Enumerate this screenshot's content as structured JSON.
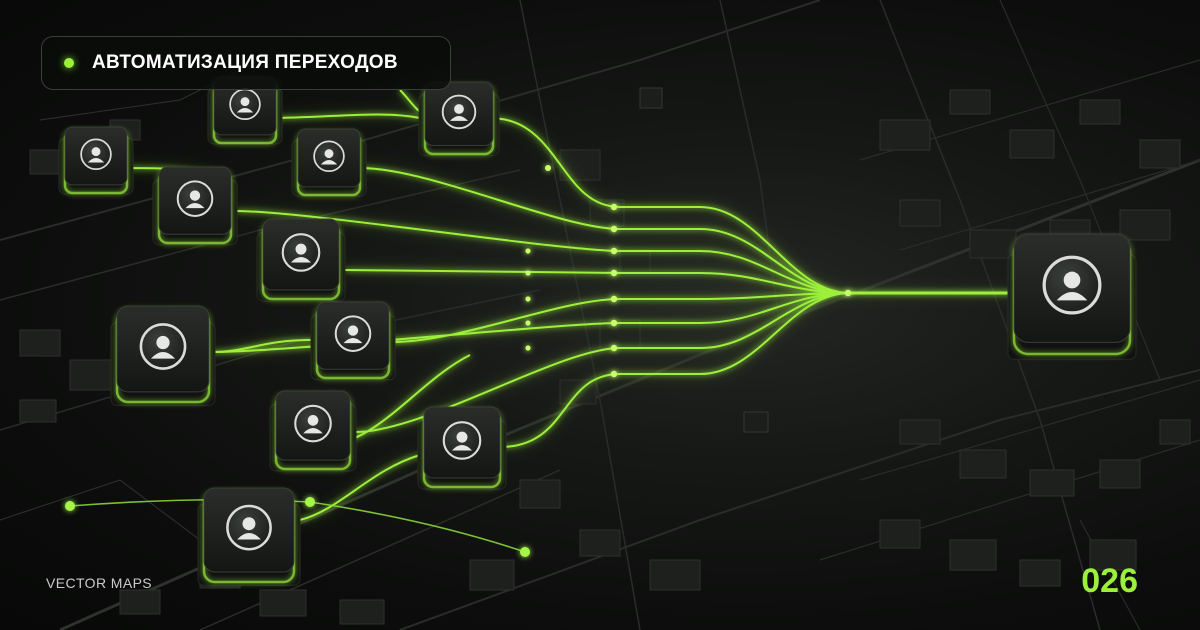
{
  "header": {
    "title": "АВТОМАТИЗАЦИЯ ПЕРЕХОДОВ"
  },
  "footer": {
    "brand": "VECTOR MAPS",
    "issue_number": "026"
  },
  "colors": {
    "accent": "#9cf03a",
    "node_face": "#1b1d1b",
    "background": "#0f100f"
  },
  "icons": {
    "node_icon": "user-icon",
    "title_marker": "dot-icon"
  }
}
